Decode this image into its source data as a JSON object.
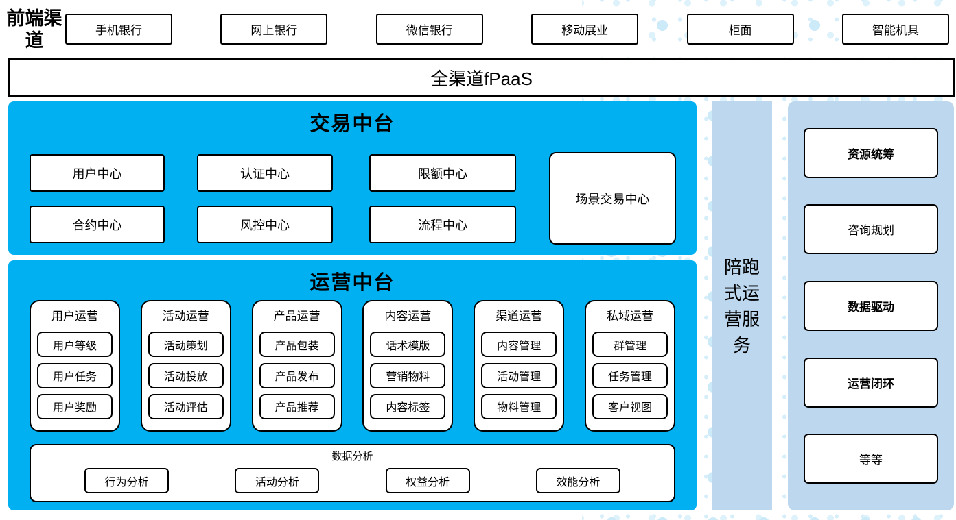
{
  "colors": {
    "cyan": "#00B0F0",
    "light_blue": "#BDD7EE",
    "dot": "#CDEAF8",
    "border": "#000000"
  },
  "header": {
    "frontend_label": "前端渠道",
    "channels": [
      "手机银行",
      "网上银行",
      "微信银行",
      "移动展业",
      "柜面",
      "智能机具"
    ],
    "fpaas": "全渠道fPaaS"
  },
  "transaction": {
    "title": "交易中台",
    "row1": [
      "用户中心",
      "认证中心",
      "限额中心"
    ],
    "row2": [
      "合约中心",
      "风控中心",
      "流程中心"
    ],
    "tall_box": "场景交易中心"
  },
  "operations": {
    "title": "运营中台",
    "columns": [
      {
        "title": "用户运营",
        "items": [
          "用户等级",
          "用户任务",
          "用户奖励"
        ]
      },
      {
        "title": "活动运营",
        "items": [
          "活动策划",
          "活动投放",
          "活动评估"
        ]
      },
      {
        "title": "产品运营",
        "items": [
          "产品包装",
          "产品发布",
          "产品推荐"
        ]
      },
      {
        "title": "内容运营",
        "items": [
          "话术模版",
          "营销物料",
          "内容标签"
        ]
      },
      {
        "title": "渠道运营",
        "items": [
          "内容管理",
          "活动管理",
          "物料管理"
        ]
      },
      {
        "title": "私域运营",
        "items": [
          "群管理",
          "任务管理",
          "客户视图"
        ]
      }
    ],
    "analysis": {
      "title": "数据分析",
      "items": [
        "行为分析",
        "活动分析",
        "权益分析",
        "效能分析"
      ]
    }
  },
  "sidebar": {
    "label": "陪跑式运营服务"
  },
  "right_panel": {
    "items": [
      {
        "label": "资源统筹",
        "bold": true
      },
      {
        "label": "咨询规划",
        "bold": false
      },
      {
        "label": "数据驱动",
        "bold": true
      },
      {
        "label": "运营闭环",
        "bold": true
      },
      {
        "label": "等等",
        "bold": false
      }
    ]
  }
}
